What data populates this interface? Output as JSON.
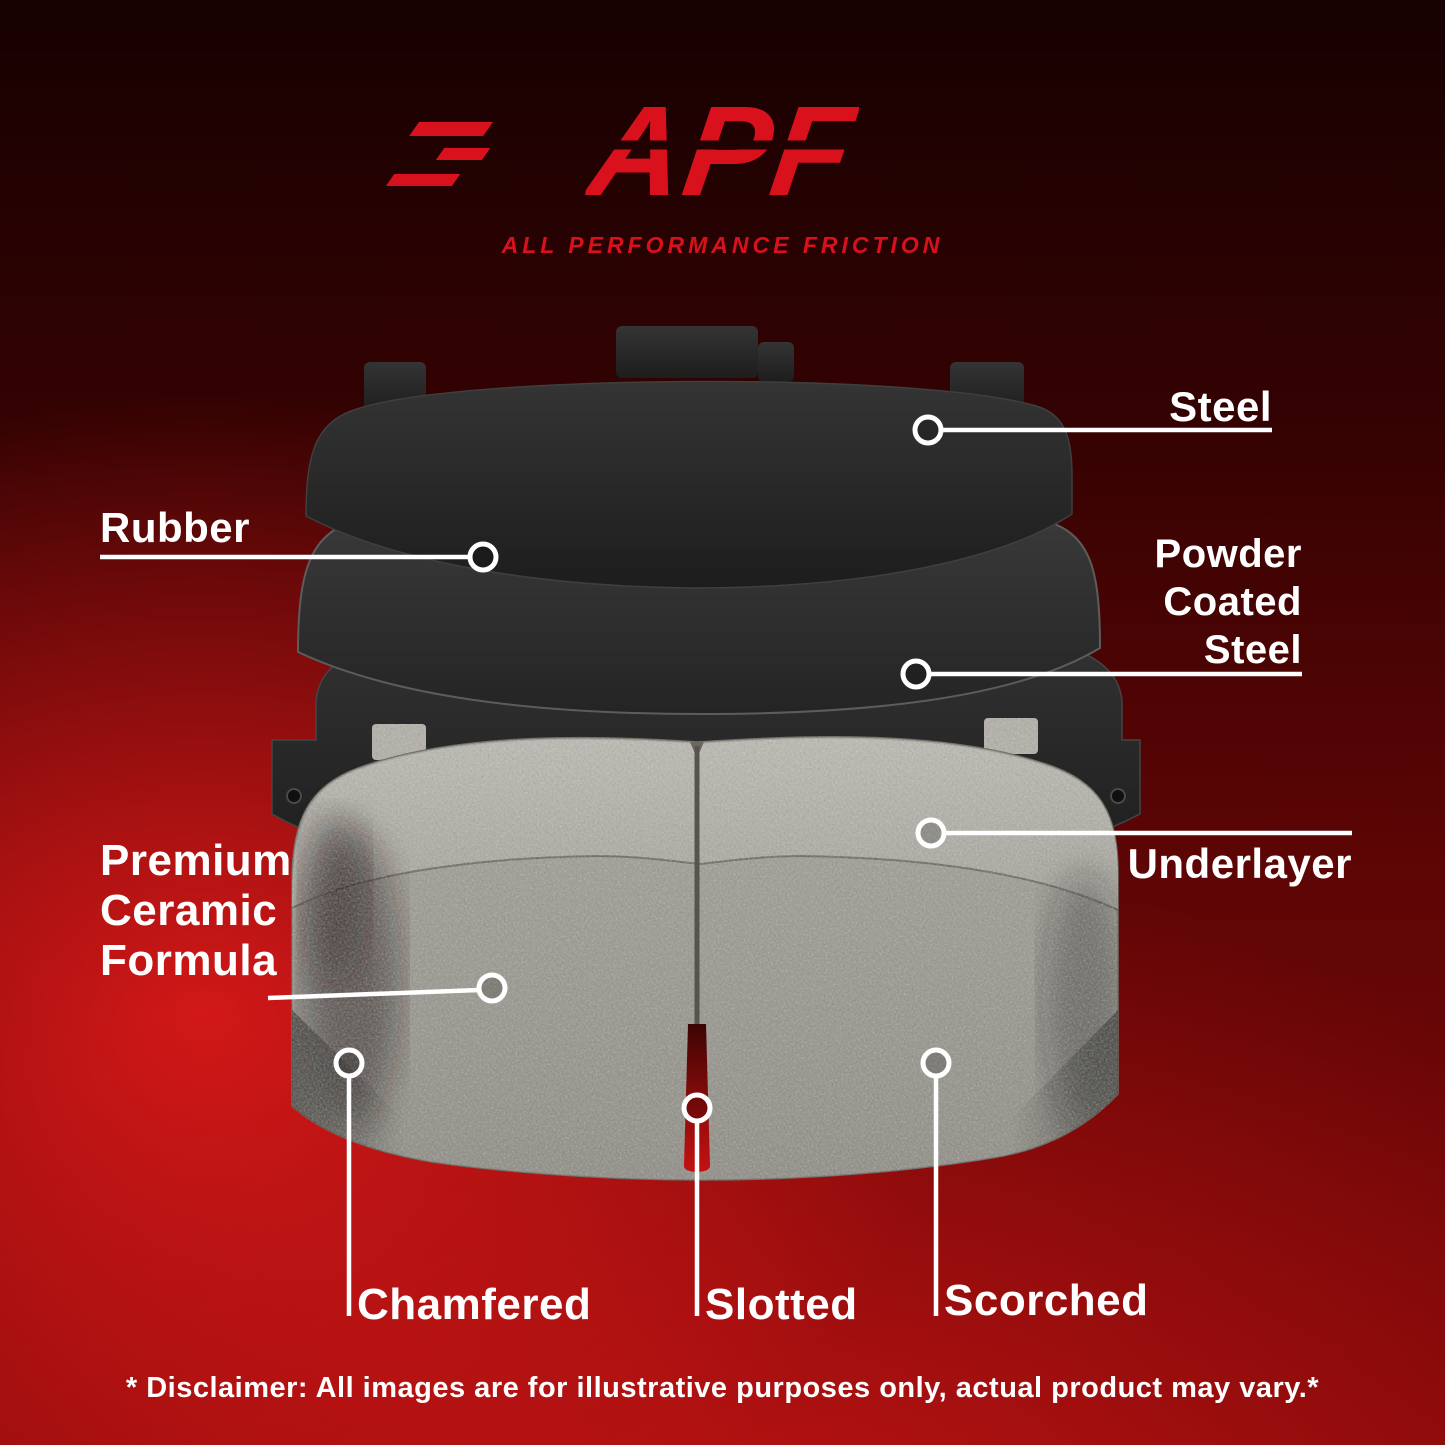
{
  "logo": {
    "text": "APF",
    "tagline": "ALL PERFORMANCE FRICTION"
  },
  "callouts": {
    "steel": "Steel",
    "rubber": "Rubber",
    "powder_coated_steel": [
      "Powder",
      "Coated",
      "Steel"
    ],
    "underlayer": "Underlayer",
    "premium_ceramic_formula": [
      "Premium",
      "Ceramic",
      "Formula"
    ],
    "chamfered": "Chamfered",
    "slotted": "Slotted",
    "scorched": "Scorched"
  },
  "disclaimer": "* Disclaimer: All images are for illustrative purposes only, actual product may vary.*",
  "colors": {
    "background_red": "#c01010",
    "accent_red": "#d8111c",
    "label_white": "#ffffff",
    "plate_dark": "#262626",
    "ceramic_gray": "#a3a198"
  }
}
